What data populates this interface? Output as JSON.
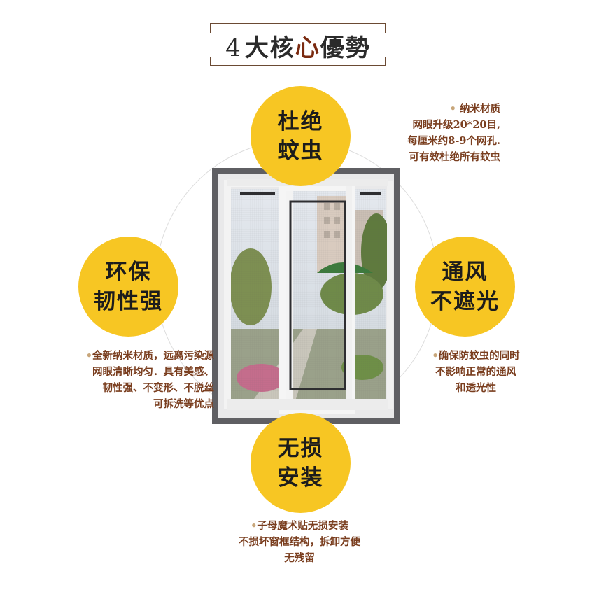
{
  "title": {
    "number": "4",
    "mid": "大核",
    "accent": "心",
    "end": "優勢"
  },
  "features": {
    "top": {
      "line1": "杜绝",
      "line2": "蚊虫",
      "desc": [
        "纳米材质",
        "网眼升级20*20目,",
        "每厘米约8-9个网孔.",
        "可有效杜绝所有蚊虫"
      ]
    },
    "left": {
      "line1": "环保",
      "line2": "韧性强",
      "desc": [
        "全新纳米材质，远离污染源",
        "网眼清晰均匀．具有美感、",
        "韧性强、不变形、不脱丝",
        "可拆洗等优点"
      ]
    },
    "right": {
      "line1": "通风",
      "line2": "不遮光",
      "desc": [
        "确保防蚊虫的同时",
        "不影响正常的通风",
        "和透光性"
      ]
    },
    "bottom": {
      "line1": "无损",
      "line2": "安装",
      "desc": [
        "子母魔术贴无损安装",
        "不损坏窗框结构，拆卸方便",
        "无残留"
      ]
    }
  },
  "colors": {
    "accent_yellow": "#f7c623",
    "desc_brown": "#7a3e1f",
    "title_accent": "#7a2a10",
    "frame_line": "#6b4a33"
  },
  "icons": {
    "bullet": "•",
    "window": "sliding-window-screen-image"
  }
}
